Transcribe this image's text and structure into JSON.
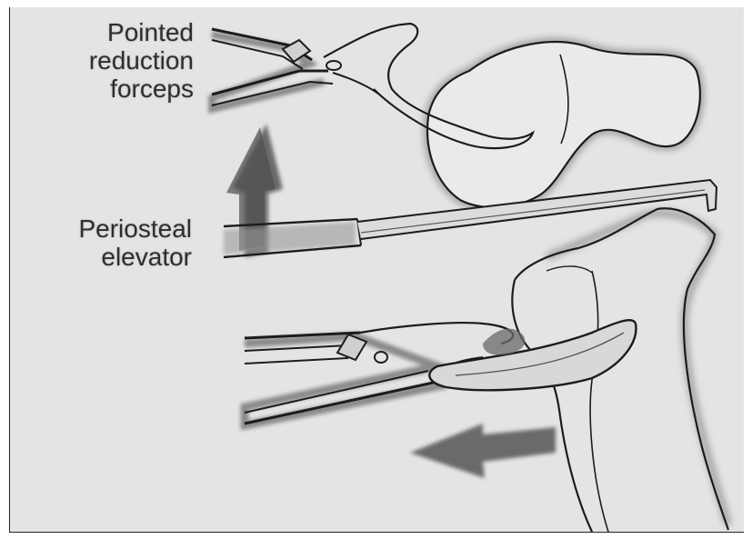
{
  "labels": {
    "forceps_line1": "Pointed",
    "forceps_line2": "reduction",
    "forceps_line3": "forceps",
    "elevator_line1": "Periosteal",
    "elevator_line2": "elevator"
  },
  "colors": {
    "background": "#e4e4e4",
    "ink": "#1c1c1c",
    "arrow": "#4a4a4a"
  }
}
